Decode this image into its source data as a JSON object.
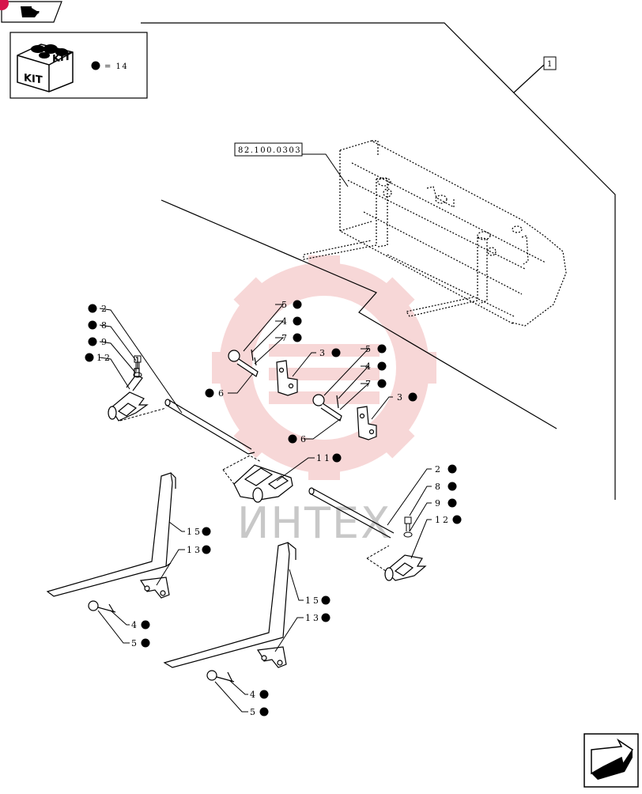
{
  "kit_box": {
    "kit_label_left": "KIT",
    "kit_label_right": "KIT",
    "legend_text": "= 14"
  },
  "labels": {
    "ref_1": "1",
    "ref_assembly": "82.100.0303",
    "watermark": "ИНТЕХ"
  },
  "callouts": [
    {
      "id": "c2a",
      "text": "2"
    },
    {
      "id": "c8a",
      "text": "8"
    },
    {
      "id": "c9a",
      "text": "9"
    },
    {
      "id": "c12a",
      "text": "12"
    },
    {
      "id": "c5a",
      "text": "5"
    },
    {
      "id": "c4a",
      "text": "4"
    },
    {
      "id": "c7a",
      "text": "7"
    },
    {
      "id": "c6a",
      "text": "6"
    },
    {
      "id": "c3a",
      "text": "3"
    },
    {
      "id": "c5b",
      "text": "5"
    },
    {
      "id": "c4b",
      "text": "4"
    },
    {
      "id": "c7b",
      "text": "7"
    },
    {
      "id": "c3b",
      "text": "3"
    },
    {
      "id": "c6b",
      "text": "6"
    },
    {
      "id": "c11",
      "text": "11"
    },
    {
      "id": "c2b",
      "text": "2"
    },
    {
      "id": "c8b",
      "text": "8"
    },
    {
      "id": "c9b",
      "text": "9"
    },
    {
      "id": "c12b",
      "text": "12"
    },
    {
      "id": "c15a",
      "text": "15"
    },
    {
      "id": "c13a",
      "text": "13"
    },
    {
      "id": "c4c",
      "text": "4"
    },
    {
      "id": "c5c",
      "text": "5"
    },
    {
      "id": "c15b",
      "text": "15"
    },
    {
      "id": "c13b",
      "text": "13"
    },
    {
      "id": "c4d",
      "text": "4"
    },
    {
      "id": "c5d",
      "text": "5"
    }
  ],
  "colors": {
    "line": "#000000",
    "watermark_red": "#f2b8b8",
    "watermark_gray": "#c8c8c8",
    "badge": "#d6154c"
  },
  "icons": {
    "top_nav": "previous-page-arrow-icon",
    "bottom_nav": "next-page-arrow-icon",
    "kit": "kit-box-icon"
  }
}
